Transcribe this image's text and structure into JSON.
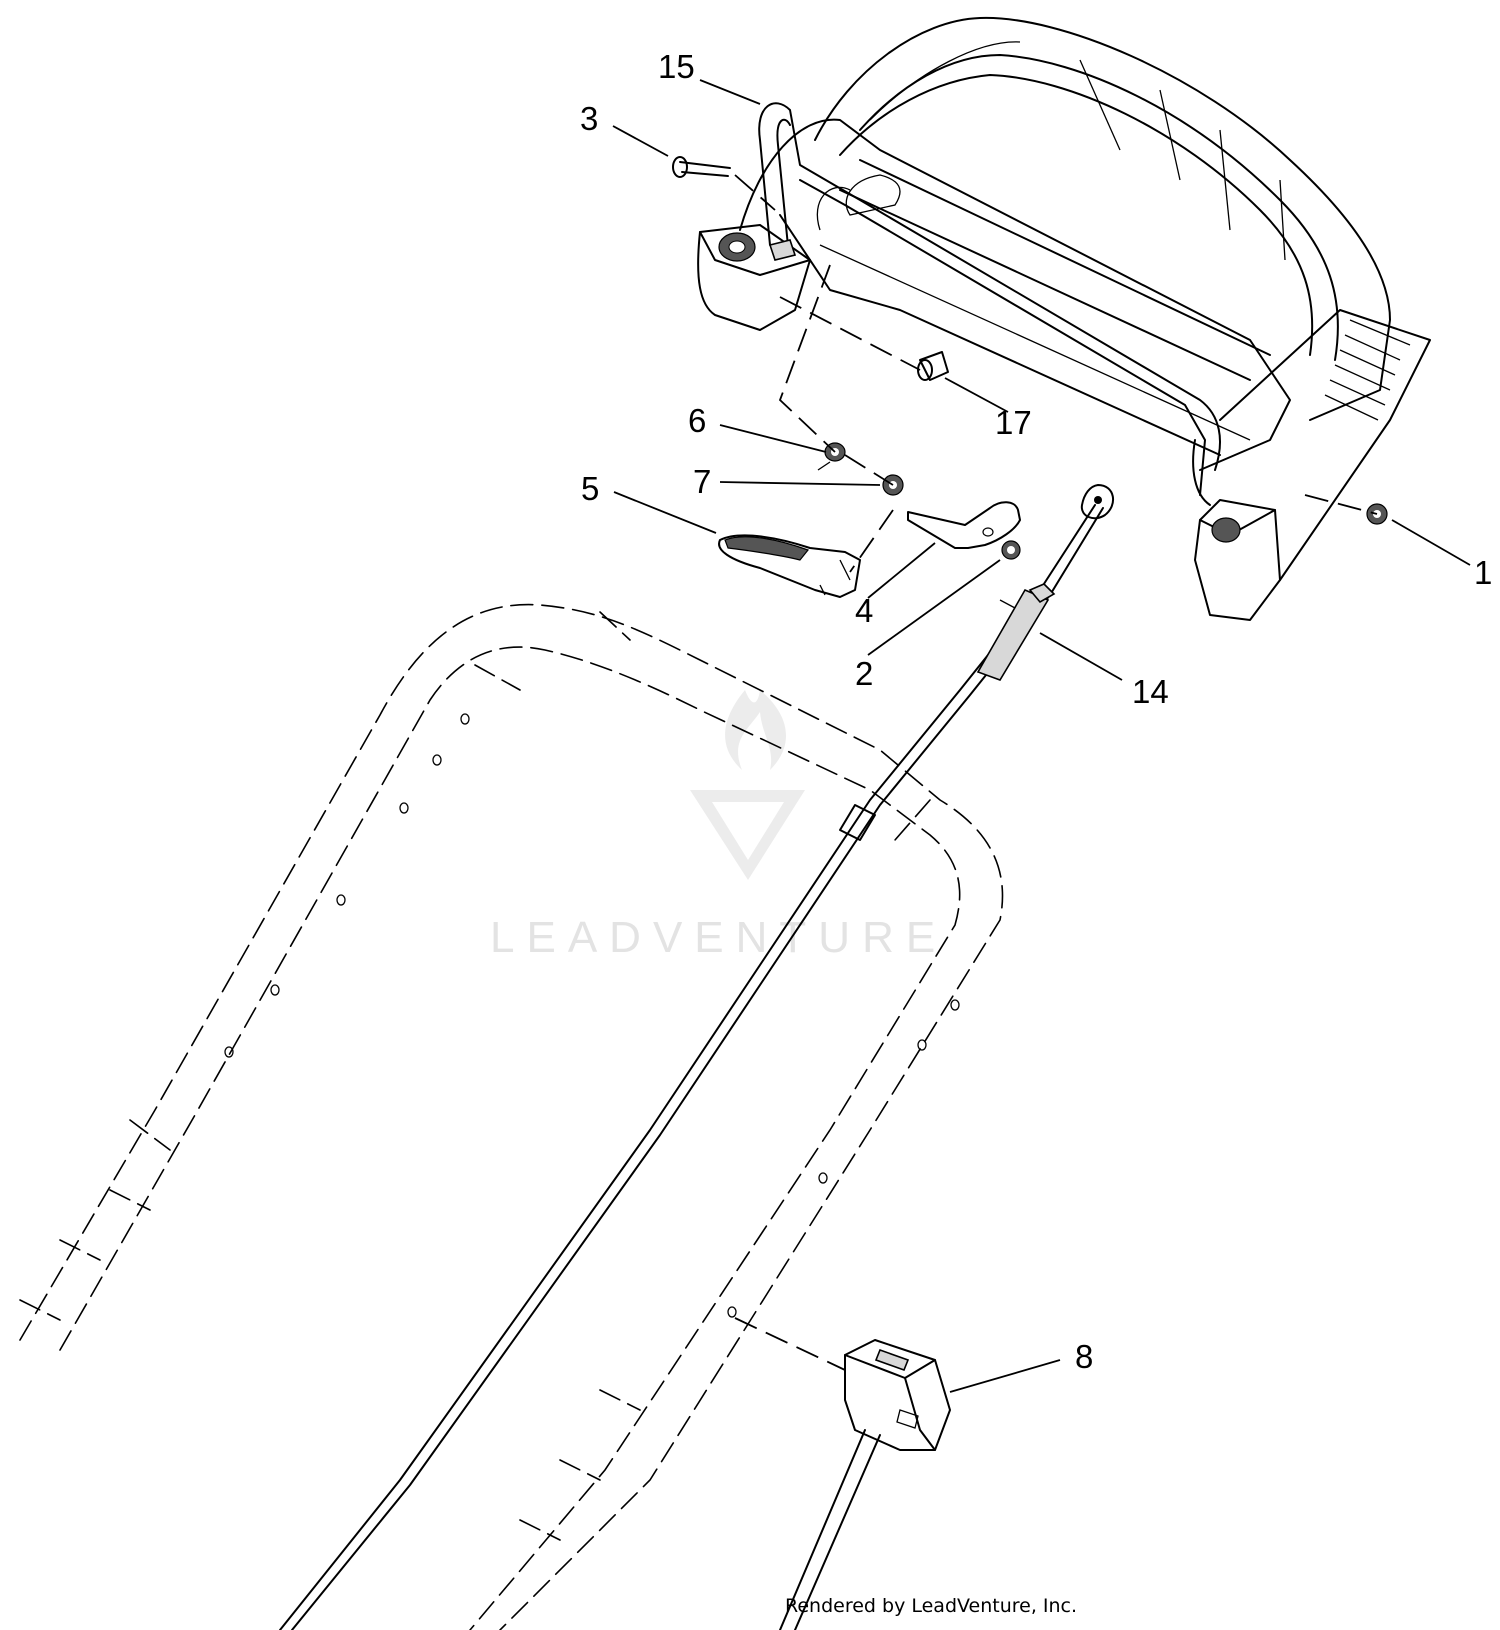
{
  "callouts": {
    "c15": "15",
    "c3": "3",
    "c17": "17",
    "c6": "6",
    "c7": "7",
    "c5": "5",
    "c4": "4",
    "c2": "2",
    "c1": "1",
    "c14": "14",
    "c8": "8"
  },
  "watermark": {
    "text": "LEADVENTURE"
  },
  "credit": "Rendered by LeadVenture, Inc.",
  "colors": {
    "line": "#000000",
    "watermark": "#e3e3e3",
    "background": "#ffffff"
  }
}
